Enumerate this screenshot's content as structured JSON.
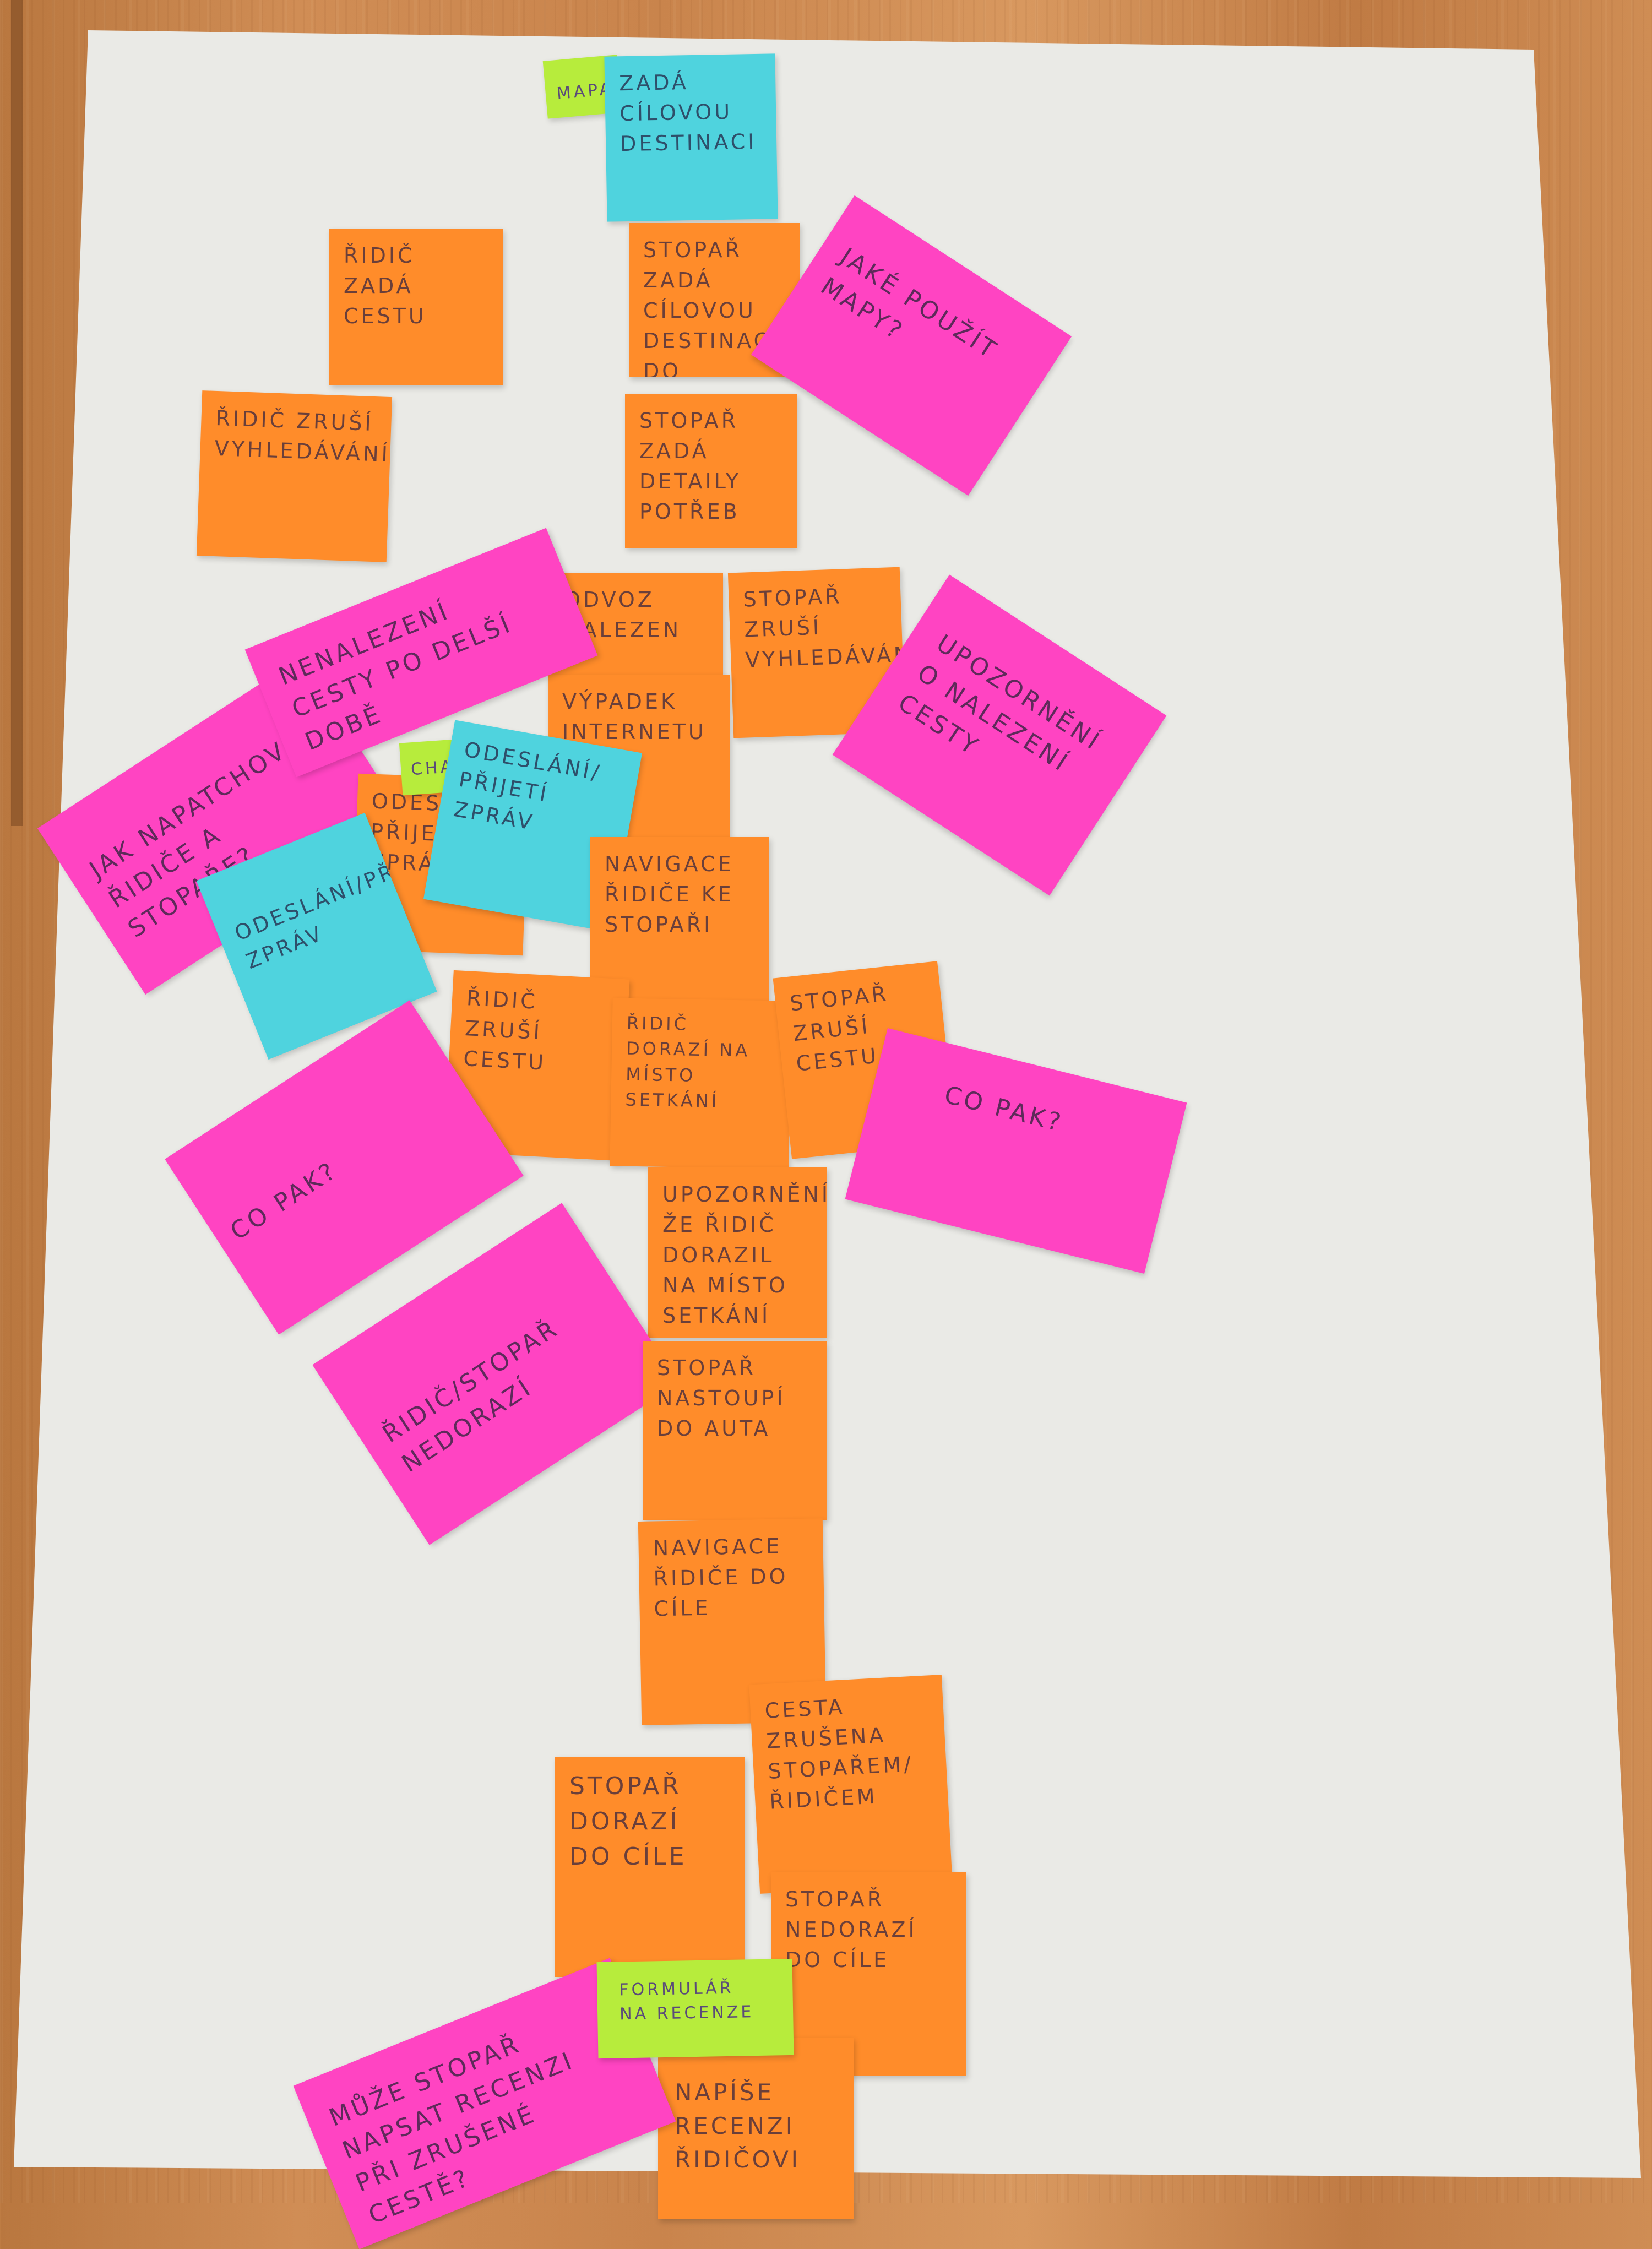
{
  "notes": [
    {
      "id": "mapa",
      "text": "MAPA",
      "color": "green"
    },
    {
      "id": "zada-cilovou",
      "text": "ZADÁ CÍLOVOU DESTINACI",
      "color": "blue"
    },
    {
      "id": "ridic-zada-cestu",
      "text": "ŘIDIČ ZADÁ CESTU",
      "color": "orange"
    },
    {
      "id": "stopar-zada-cilovou",
      "text": "STOPAŘ ZADÁ CÍLOVOU DESTINACI DO VYHLEDÁVÁNÍ",
      "color": "orange"
    },
    {
      "id": "jake-pouzit-mapy",
      "text": "JAKÉ POUŽÍT MAPY?",
      "color": "pink"
    },
    {
      "id": "ridic-zrusi-vyhledavani",
      "text": "ŘIDIČ ZRUŠÍ VYHLEDÁVÁNÍ",
      "color": "orange"
    },
    {
      "id": "stopar-zada-detaily",
      "text": "STOPAŘ ZADÁ DETAILY POTŘEB",
      "color": "orange"
    },
    {
      "id": "odvoz-nalezen",
      "text": "ODVOZ NALEZEN",
      "color": "orange"
    },
    {
      "id": "stopar-zrusi-vyhledavani",
      "text": "STOPAŘ ZRUŠÍ VYHLEDÁVÁNÍ",
      "color": "orange"
    },
    {
      "id": "nenalezeni-cesty",
      "text": "NENALEZENÍ CESTY PO DELŠÍ DOBĚ",
      "color": "pink"
    },
    {
      "id": "vypadek-internetu",
      "text": "VÝPADEK INTERNETU",
      "color": "pink"
    },
    {
      "id": "upozorneni-nalezeni",
      "text": "UPOZORNĚNÍ O NALEZENÍ CESTY",
      "color": "orange"
    },
    {
      "id": "jak-napatchovat",
      "text": "JAK NAPATCHOVAT ŘIDIČE A STOPAŘE?",
      "color": "pink"
    },
    {
      "id": "chat",
      "text": "CHAT",
      "color": "green"
    },
    {
      "id": "odeslani-prijeti-blue-top",
      "text": "ODESLÁNÍ/ PŘIJETÍ ZPRÁV",
      "color": "blue"
    },
    {
      "id": "odeslani-prijeti-orange",
      "text": "ODESLÁNÍ PŘIJETÍ ZPRÁV",
      "color": "orange"
    },
    {
      "id": "navigace-ke-stoparovi",
      "text": "NAVIGACE ŘIDIČE KE STOPAŘI",
      "color": "orange"
    },
    {
      "id": "odeslani-prijeti-blue-left",
      "text": "ODESLÁNÍ/PŘIJETÍ ZPRÁV",
      "color": "blue"
    },
    {
      "id": "ridic-zrusi-cestu",
      "text": "ŘIDIČ ZRUŠÍ CESTU",
      "color": "orange"
    },
    {
      "id": "ridic-dorazi",
      "text": "ŘIDIČ DORAZÍ NA MÍSTO SETKÁNÍ",
      "color": "orange"
    },
    {
      "id": "stopar-zrusi-cestu",
      "text": "STOPAŘ ZRUŠÍ CESTU",
      "color": "orange"
    },
    {
      "id": "co-pak-right",
      "text": "CO PAK?",
      "color": "pink"
    },
    {
      "id": "co-pak-left",
      "text": "CO PAK?",
      "color": "pink"
    },
    {
      "id": "upozorneni-dorazil",
      "text": "UPOZORNĚNÍ, ŽE ŘIDIČ DORAZIL NA MÍSTO SETKÁNÍ",
      "color": "orange"
    },
    {
      "id": "ridic-stopar-nedorazi",
      "text": "ŘIDIČ/STOPAŘ NEDORAZÍ",
      "color": "pink"
    },
    {
      "id": "stopar-nastoupi",
      "text": "STOPAŘ NASTOUPÍ DO AUTA",
      "color": "orange"
    },
    {
      "id": "navigace-do-cile",
      "text": "NAVIGACE ŘIDIČE DO CÍLE",
      "color": "orange"
    },
    {
      "id": "cesta-zrusena",
      "text": "CESTA ZRUŠENA STOPAŘEM/ ŘIDIČEM",
      "color": "orange"
    },
    {
      "id": "stopar-dorazi-do-cile",
      "text": "STOPAŘ DORAZÍ DO CÍLE",
      "color": "orange"
    },
    {
      "id": "stopar-nedorazi-do-cile",
      "text": "STOPAŘ NEDORAZÍ DO CÍLE",
      "color": "orange"
    },
    {
      "id": "formular-na-recenze",
      "text": "FORMULÁŘ NA RECENZE",
      "color": "green"
    },
    {
      "id": "muze-stopar-napsat",
      "text": "MŮŽE STOPAŘ NAPSAT RECENZI PŘI ZRUŠENÉ CESTĚ?",
      "color": "pink"
    },
    {
      "id": "napise-recenzi",
      "text": "NAPÍŠE RECENZI ŘIDIČOVI",
      "color": "orange"
    }
  ]
}
